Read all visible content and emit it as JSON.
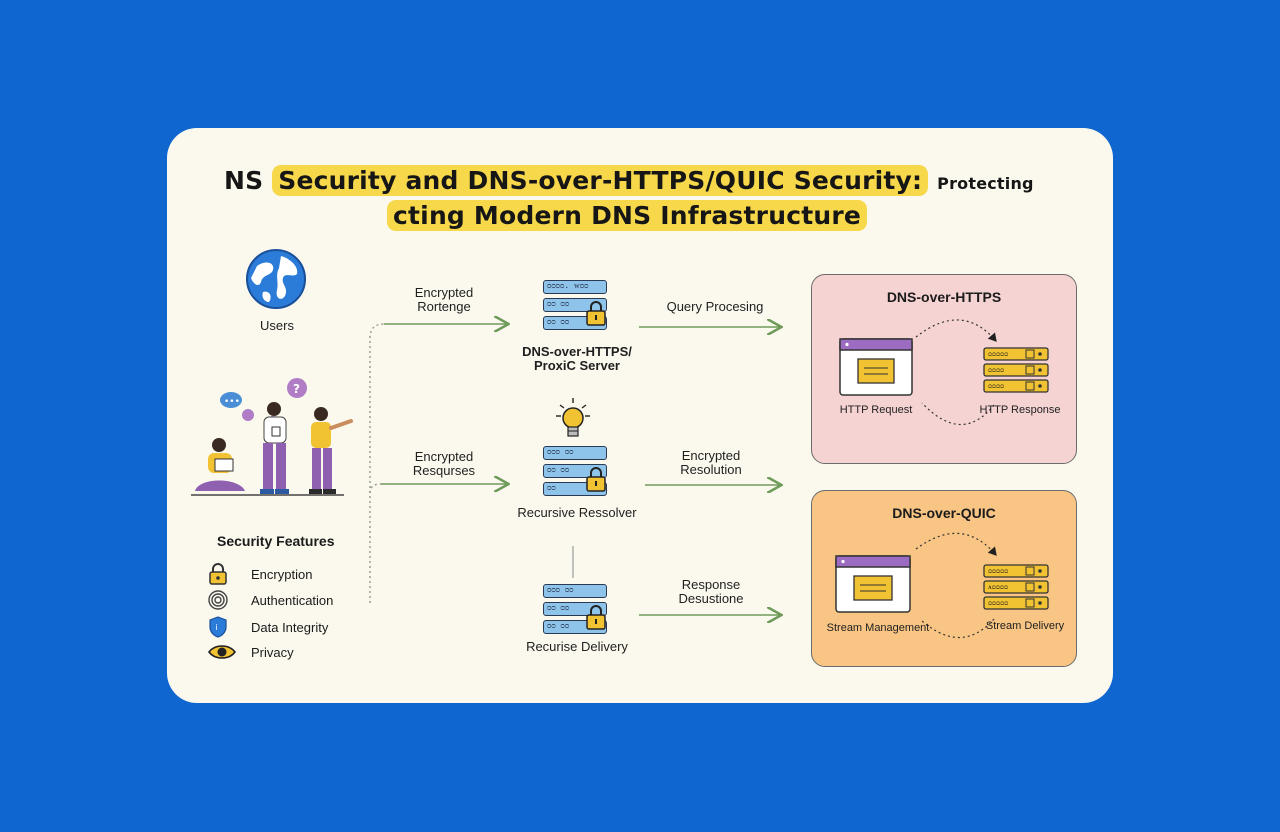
{
  "title": {
    "line1_prefix": "NS",
    "line1_highlight": "Security and DNS-over-HTTPS/QUIC Security:",
    "line1_suffix": "Protecting",
    "line2_highlight": "cting Modern DNS Infrastructure"
  },
  "left": {
    "users_label": "Users",
    "features_title": "Security Features",
    "features": [
      {
        "label": "Encryption",
        "icon": "padlock-icon"
      },
      {
        "label": "Authentication",
        "icon": "fingerprint-icon"
      },
      {
        "label": "Data Integrity",
        "icon": "shield-icon"
      },
      {
        "label": "Privacy",
        "icon": "eye-icon"
      }
    ]
  },
  "flow": {
    "arrow1_label": "Encrypted\nRortenge",
    "arrow2_label": "Encrypted\nResqurses",
    "server1_label": "DNS-over-HTTPS/\nProxiC Server",
    "server2_label": "Recursive Ressolver",
    "server3_label": "Recurise Delivery",
    "out1_label": "Query Procesing",
    "out2_label": "Encrypted\nResolution",
    "out3_label": "Response\nDesustione",
    "server1_rows": [
      "ᴑᴑᴑᴑ. ᴡᴑᴑ",
      "ᴑᴑ ᴑᴑ",
      "ᴑᴑ ᴑᴑ"
    ],
    "server2_rows": [
      "ᴑᴑᴑ ᴑᴑ",
      "ᴑᴑ ᴑᴑ",
      "ᴑᴑ"
    ],
    "server3_rows": [
      "ᴑᴑᴑ ᴑᴑ",
      "ᴑᴑ ᴑᴑ",
      "ᴑᴑ ᴑᴑ"
    ]
  },
  "panels": {
    "https": {
      "title": "DNS-over-HTTPS",
      "left_label": "HTTP Request",
      "right_label": "HTTP Response",
      "rows": [
        "ᴑᴑᴑᴑᴑ",
        "ᴑᴑᴑᴑ",
        "ᴑᴑᴑᴑ"
      ],
      "color": "#f6d3d3"
    },
    "quic": {
      "title": "DNS-over-QUIC",
      "left_label": "Stream Management",
      "right_label": "Stream Delivery",
      "rows": [
        "ᴑᴑᴑᴑᴑ",
        "ᴀᴑᴑᴑᴑ",
        "ᴑᴑᴑᴑᴑ"
      ],
      "color": "#f8c584"
    }
  },
  "colors": {
    "background": "#0f66cf",
    "card": "#fbf9ee",
    "highlight": "#f7d84a",
    "arrow": "#6f9b5a",
    "server": "#8ec3ea",
    "lock": "#f1c232"
  }
}
